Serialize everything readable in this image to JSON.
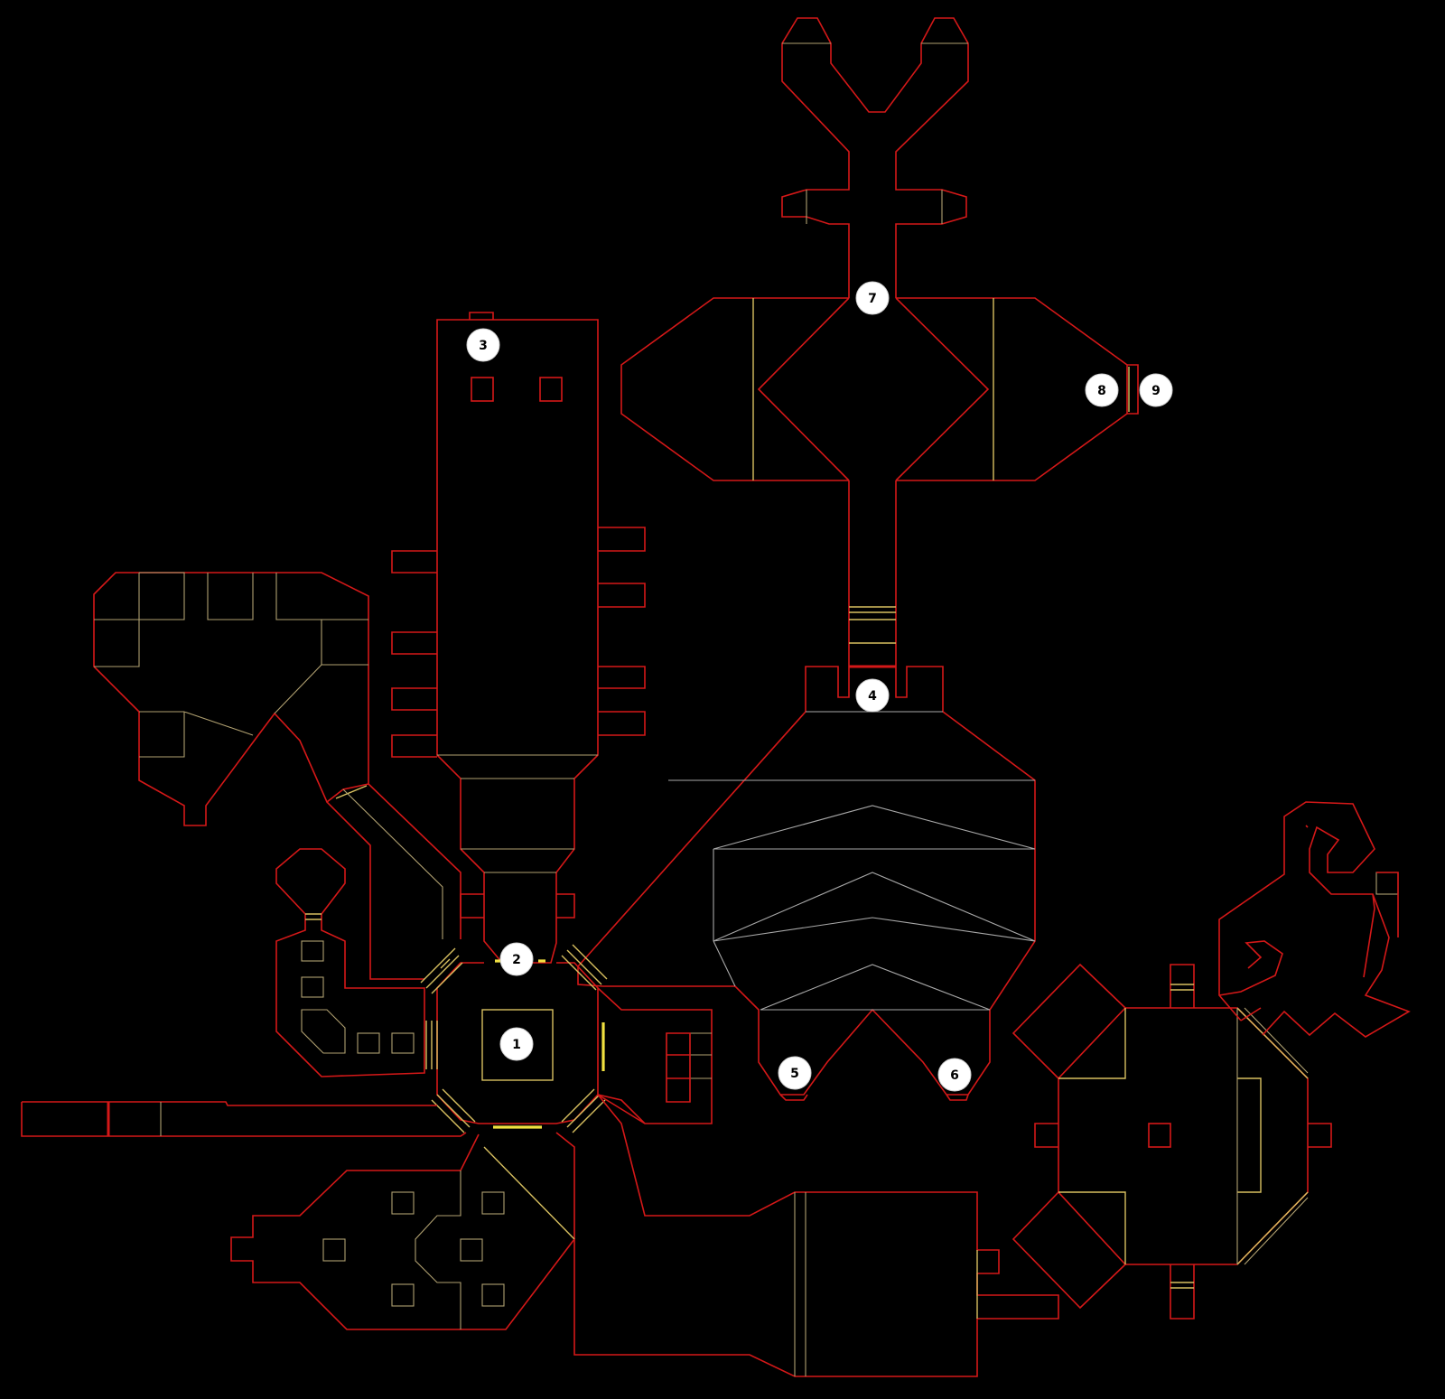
{
  "map": {
    "background_color": "#000000",
    "colors": {
      "wall": "#d41818",
      "step": "#d8c060",
      "detail": "#b0a070",
      "marker_fill": "#ffffff",
      "marker_text": "#000000"
    },
    "markers": [
      {
        "id": "marker-1",
        "label": "1"
      },
      {
        "id": "marker-2",
        "label": "2"
      },
      {
        "id": "marker-3",
        "label": "3"
      },
      {
        "id": "marker-4",
        "label": "4"
      },
      {
        "id": "marker-5",
        "label": "5"
      },
      {
        "id": "marker-6",
        "label": "6"
      },
      {
        "id": "marker-7",
        "label": "7"
      },
      {
        "id": "marker-8",
        "label": "8"
      },
      {
        "id": "marker-9",
        "label": "9"
      }
    ]
  }
}
